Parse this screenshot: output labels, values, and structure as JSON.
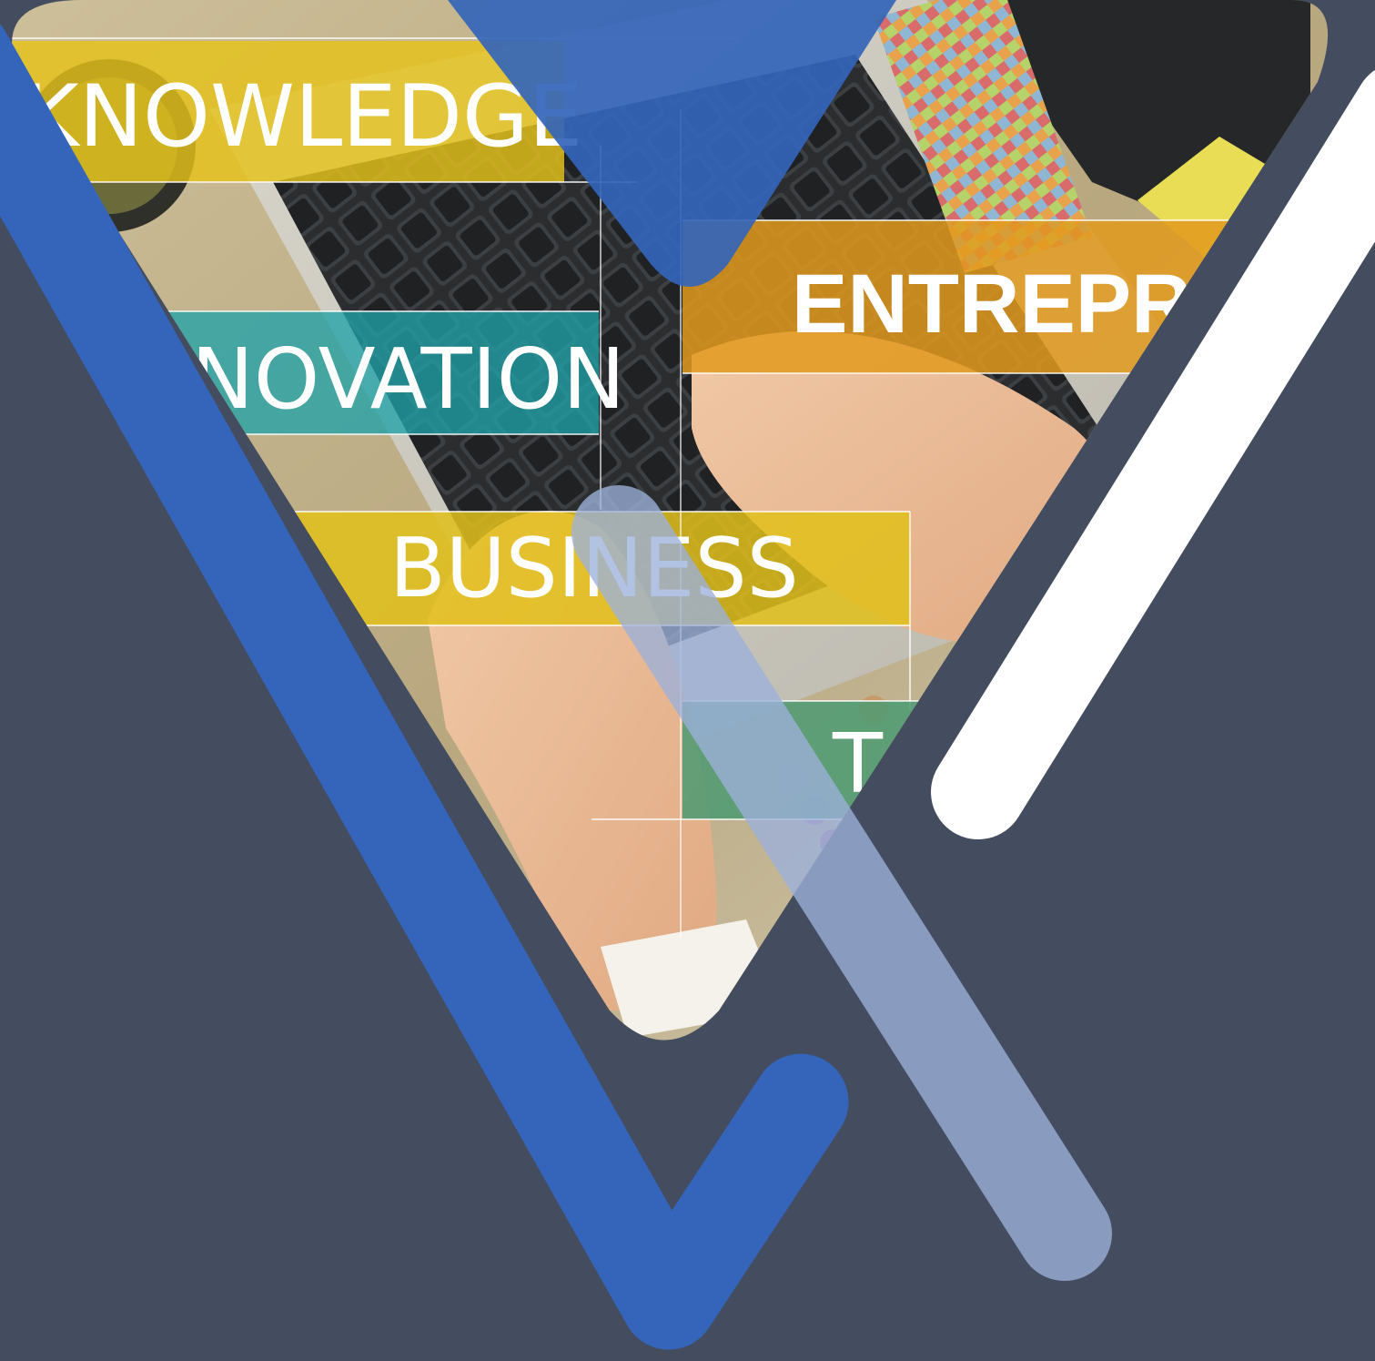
{
  "banner_words": {
    "knowledge": "KNOWLEDGE",
    "innovation": "NOVATION",
    "entrepreneur": "ENTREPREN",
    "business": "BUSINESS",
    "partial": "T"
  },
  "colors": {
    "background": "#444d5f",
    "accent_blue": "#3465ba",
    "accent_light_blue": "#8da3cc",
    "white": "#ffffff"
  }
}
